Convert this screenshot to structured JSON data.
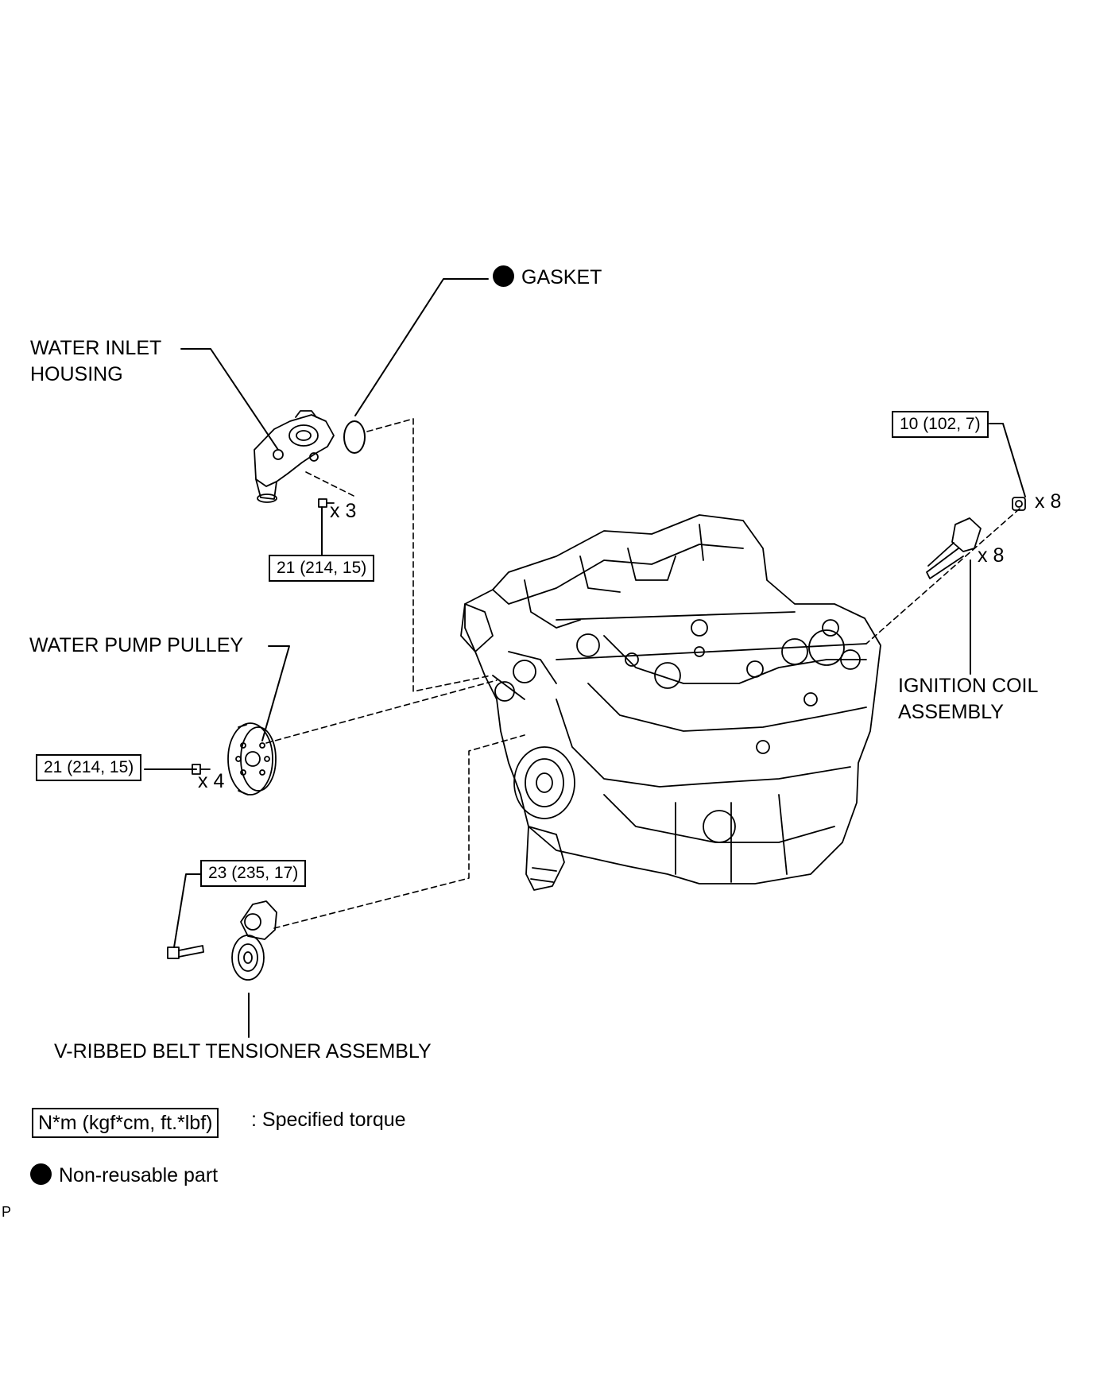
{
  "parts": {
    "gasket": "GASKET",
    "water_inlet_housing": [
      "WATER INLET",
      "HOUSING"
    ],
    "water_pump_pulley": "WATER PUMP PULLEY",
    "ignition_coil_assembly": [
      "IGNITION COIL",
      "ASSEMBLY"
    ],
    "belt_tensioner": "V-RIBBED BELT TENSIONER ASSEMBLY"
  },
  "torques": {
    "water_inlet_bolt": "21 (214, 15)",
    "pulley_bolt": "21 (214, 15)",
    "tensioner_bolt": "23 (235, 17)",
    "coil_bolt": "10 (102, 7)"
  },
  "quantities": {
    "water_inlet_bolts": "x 3",
    "pulley_bolts": "x 4",
    "coil_bolts": "x 8",
    "coils": "x 8"
  },
  "legend": {
    "torque_box": "N*m (kgf*cm, ft.*lbf)",
    "torque_text": ": Specified torque",
    "nonreusable_text": "Non-reusable part"
  },
  "corner_mark": "P"
}
